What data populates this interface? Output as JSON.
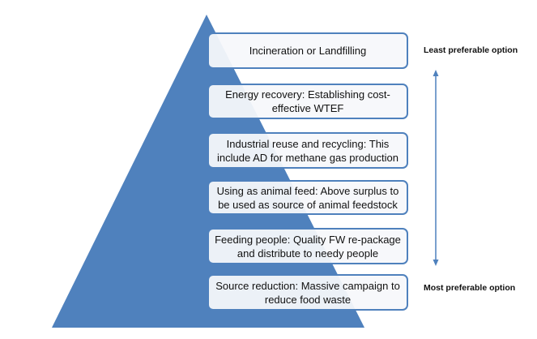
{
  "levels": [
    {
      "text": "Incineration or Landfilling"
    },
    {
      "text": "Energy recovery: Establishing cost-effective WTEF"
    },
    {
      "text": "Industrial reuse and recycling: This include AD for methane gas production"
    },
    {
      "text": "Using as animal feed: Above surplus to be used as source of animal feedstock"
    },
    {
      "text": "Feeding people: Quality FW re-package and distribute to needy people"
    },
    {
      "text": "Source reduction: Massive campaign to reduce food waste"
    }
  ],
  "labels": {
    "top": "Least preferable option",
    "bottom": "Most preferable option"
  },
  "colors": {
    "pyramid": "#4f81bd",
    "border": "#4f81bd"
  }
}
